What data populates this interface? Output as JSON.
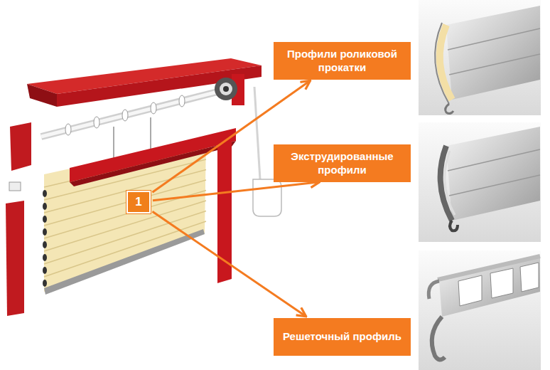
{
  "diagram": {
    "nodes": [
      {
        "text": [
          "Профили роликовой прокатки"
        ]
      },
      {
        "text": [
          "Экструдированные профили"
        ]
      },
      {
        "text": [
          "1"
        ]
      },
      {
        "text": [
          "Решеточный профиль"
        ]
      }
    ],
    "edges": [
      {
        "from": 2,
        "to": 0,
        "arrow": "to"
      },
      {
        "from": 2,
        "to": 1,
        "arrow": "to"
      },
      {
        "from": 2,
        "to": 3,
        "arrow": "to"
      }
    ]
  }
}
